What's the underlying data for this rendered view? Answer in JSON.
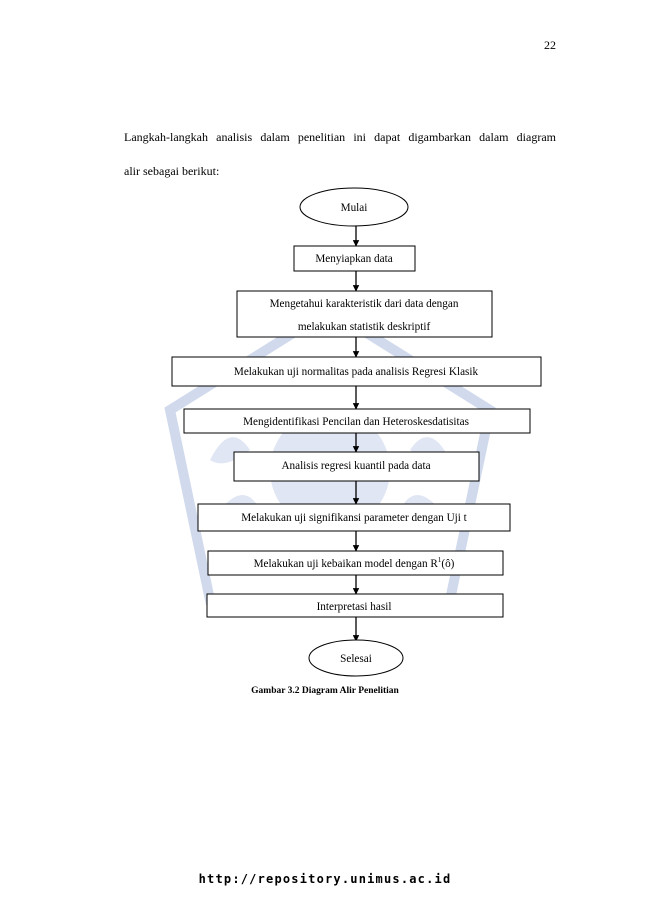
{
  "page_number": "22",
  "intro": {
    "line1": "Langkah-langkah analisis dalam penelitian ini dapat digambarkan dalam diagram",
    "line2": "alir sebagai berikut:"
  },
  "flowchart": {
    "start": "Mulai",
    "steps": [
      "Menyiapkan data",
      "Mengetahui karakteristik dari data dengan",
      "melakukan statistik deskriptif",
      "Melakukan uji normalitas pada analisis Regresi Klasik",
      "Mengidentifikasi Pencilan dan Heteroskesdatisitas",
      "Analisis regresi kuantil pada data",
      "Melakukan uji signifikansi parameter dengan Uji t",
      "Melakukan uji kebaikan model dengan R",
      "1",
      "(ô)",
      "Interpretasi hasil"
    ],
    "end": "Selesai"
  },
  "caption": "Gambar 3.2 Diagram Alir Penelitian",
  "footer": "http://repository.unimus.ac.id",
  "colors": {
    "watermark": "#c9d3ea",
    "line": "#000000"
  }
}
